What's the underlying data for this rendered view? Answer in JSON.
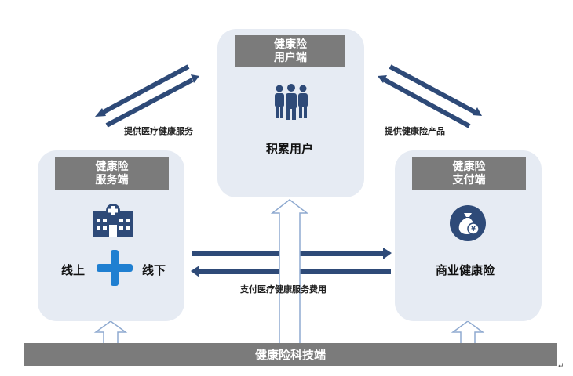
{
  "nodes": {
    "user": {
      "title_line1": "健康险",
      "title_line2": "用户端",
      "label": "积累用户",
      "icon": "user-group-icon"
    },
    "service": {
      "title_line1": "健康险",
      "title_line2": "服务端",
      "label_left": "线上",
      "label_right": "线下",
      "icon": "hospital-icon"
    },
    "payment": {
      "title_line1": "健康险",
      "title_line2": "支付端",
      "label": "商业健康险",
      "icon": "money-bag-icon"
    }
  },
  "edges": {
    "service_user": "提供医疗健康服务",
    "payment_user": "提供健康险产品",
    "service_payment": "支付医疗健康服务费用"
  },
  "base": {
    "label": "健康险科技端"
  },
  "corner_mark": "↵",
  "colors": {
    "card_bg": "#e6ebf3",
    "header_bg": "#7b7b7b",
    "arrow": "#2e4a78",
    "icon": "#2e4a78",
    "plus": "#1f7fd1",
    "hollow_arrow": "#8faad0"
  }
}
